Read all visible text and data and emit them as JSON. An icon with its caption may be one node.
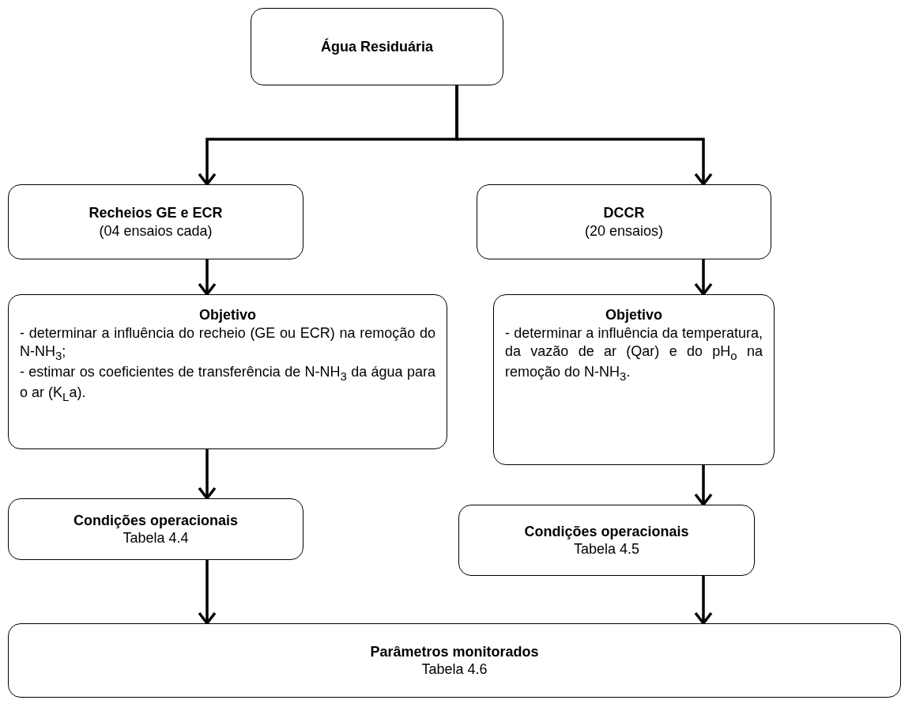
{
  "diagram": {
    "nodes": [
      {
        "text": [
          "Água Residuária"
        ]
      },
      {
        "text": [
          "Recheios GE e ECR",
          "(04 ensaios cada)"
        ]
      },
      {
        "text": [
          "DCCR",
          "(20 ensaios)"
        ]
      },
      {
        "text": [
          "Objetivo",
          "- determinar a influência do recheio (GE ou ECR) na remoção do N-NH$_{3}$;",
          "- estimar os coeficientes de transferência de N-NH$_{3}$ da água para o ar (K$_{L}$a)."
        ]
      },
      {
        "text": [
          "Objetivo",
          "- determinar a influência da temperatura, da vazão de ar (Qar) e do pH$_{o}$ na remoção do N-NH$_{3}$."
        ]
      },
      {
        "text": [
          "Condições operacionais",
          "Tabela 4.4"
        ]
      },
      {
        "text": [
          "Condições operacionais",
          "Tabela 4.5"
        ]
      },
      {
        "text": [
          "Parâmetros monitorados",
          "Tabela 4.6"
        ]
      }
    ],
    "edges": [
      {
        "from": 0,
        "to": 1,
        "arrow": "to"
      },
      {
        "from": 0,
        "to": 2,
        "arrow": "to"
      },
      {
        "from": 1,
        "to": 3,
        "arrow": "to"
      },
      {
        "from": 2,
        "to": 4,
        "arrow": "to"
      },
      {
        "from": 3,
        "to": 5,
        "arrow": "to"
      },
      {
        "from": 4,
        "to": 6,
        "arrow": "to"
      },
      {
        "from": 5,
        "to": 7,
        "arrow": "to"
      },
      {
        "from": 6,
        "to": 7,
        "arrow": "to"
      }
    ]
  }
}
